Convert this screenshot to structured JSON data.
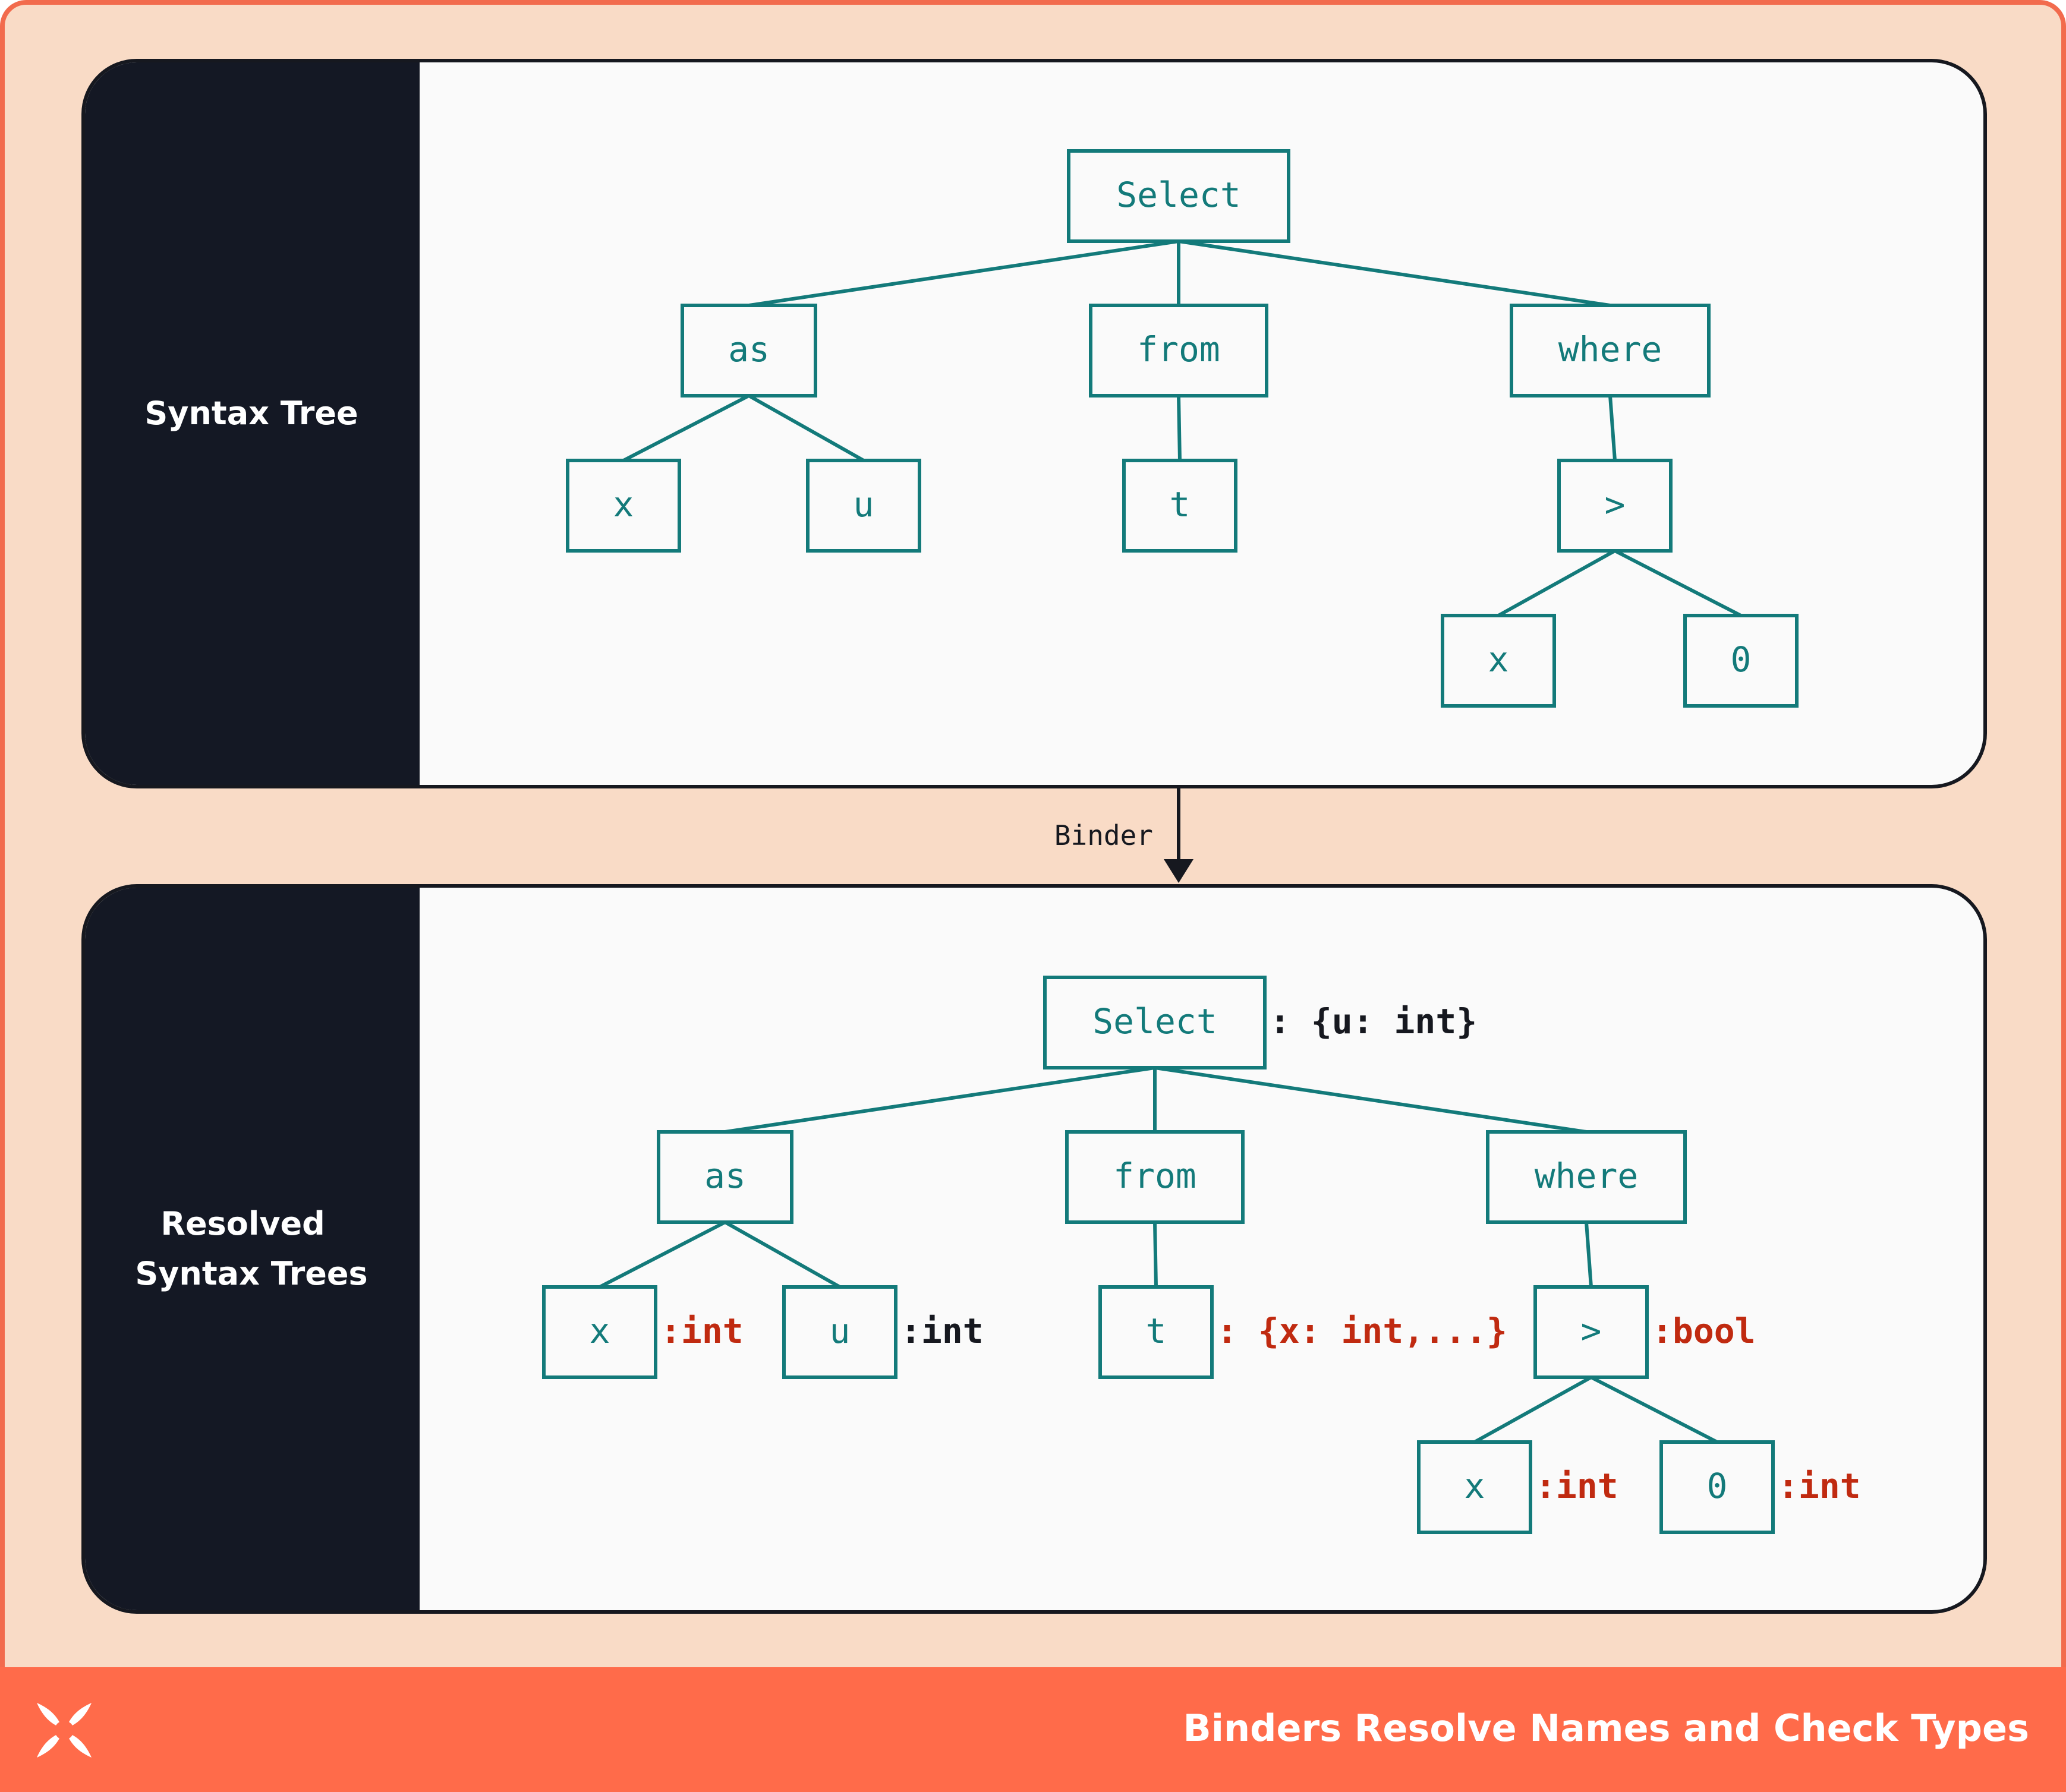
{
  "colors": {
    "frame_bg": "#f9dbc6",
    "frame_border": "#f26b4d",
    "footer_bg": "#ff6b4a",
    "panel_bg": "#fafafa",
    "panel_border": "#16181f",
    "sidebar_bg": "#141824",
    "node_stroke": "#137a7a",
    "node_text": "#137a7a",
    "edge": "#137a7a",
    "annotation_black": "#16181f",
    "annotation_red": "#c02a10",
    "arrow": "#16181f",
    "white": "#ffffff"
  },
  "panels": [
    {
      "id": "syntax-tree",
      "label_lines": [
        "Syntax Tree"
      ],
      "nodes": [
        {
          "text": "Select"
        },
        {
          "text": "as"
        },
        {
          "text": "from"
        },
        {
          "text": "where"
        },
        {
          "text": "x"
        },
        {
          "text": "u"
        },
        {
          "text": "t"
        },
        {
          "text": ">"
        },
        {
          "text": "x"
        },
        {
          "text": "0"
        }
      ]
    },
    {
      "id": "resolved-syntax-trees",
      "label_lines": [
        "Resolved",
        "Syntax Trees"
      ],
      "nodes": [
        {
          "text": "Select",
          "type": ": {u: int}",
          "type_color": "black"
        },
        {
          "text": "as"
        },
        {
          "text": "from"
        },
        {
          "text": "where"
        },
        {
          "text": "x",
          "type": ":int",
          "type_color": "red"
        },
        {
          "text": "u",
          "type": ":int",
          "type_color": "black"
        },
        {
          "text": "t",
          "type": ": {x: int,...}",
          "type_color": "red"
        },
        {
          "text": ">",
          "type": ":bool",
          "type_color": "red"
        },
        {
          "text": "x",
          "type": ":int",
          "type_color": "red"
        },
        {
          "text": "0",
          "type": ":int",
          "type_color": "red"
        }
      ]
    }
  ],
  "edges": [
    [
      0,
      1
    ],
    [
      0,
      2
    ],
    [
      0,
      3
    ],
    [
      1,
      4
    ],
    [
      1,
      5
    ],
    [
      2,
      6
    ],
    [
      3,
      7
    ],
    [
      7,
      8
    ],
    [
      7,
      9
    ]
  ],
  "arrow_label": "Binder",
  "footer": {
    "title": "Binders Resolve Names and Check Types",
    "logo": "dagster-logo-icon"
  }
}
